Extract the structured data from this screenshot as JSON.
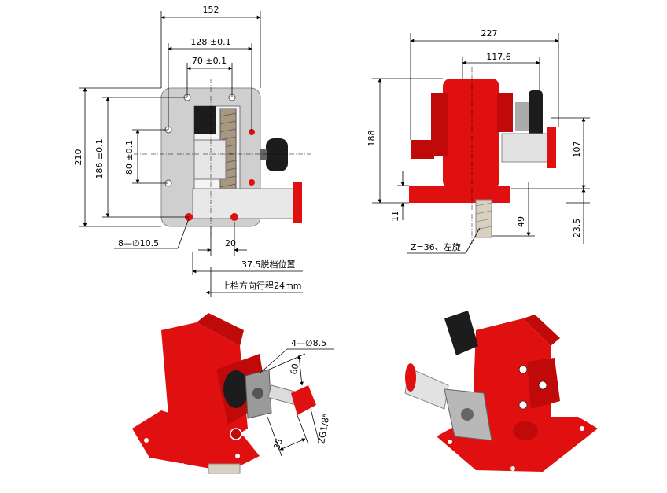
{
  "front_view": {
    "dim_width": "152",
    "dim_hole_span": "128 ±0.1",
    "dim_inner_span": "70 ±0.1",
    "dim_height": "210",
    "dim_hole_height": "186 ±0.1",
    "dim_inner_height": "80 ±0.1",
    "note_holes": "8—∅10.5",
    "dim_offset": "20",
    "note_neutral": "37.5脱档位置",
    "note_travel": "上档方向行程24mm"
  },
  "side_view": {
    "dim_width": "227",
    "dim_shaft": "117.6",
    "dim_height": "188",
    "dim_shaft_height": "107",
    "dim_base": "11",
    "dim_gear_drop": "49",
    "dim_gear_offset": "23.5",
    "note_gear": "Z=36、左旋"
  },
  "iso_view": {
    "note_flange_holes": "4—∅8.5",
    "dim_flange": "60",
    "dim_shaft_len": "35",
    "note_thread": "ZG1/8\""
  },
  "colors": {
    "housing": "#e01010",
    "plate": "#cfcfcf",
    "dark": "#1c1c1c"
  }
}
